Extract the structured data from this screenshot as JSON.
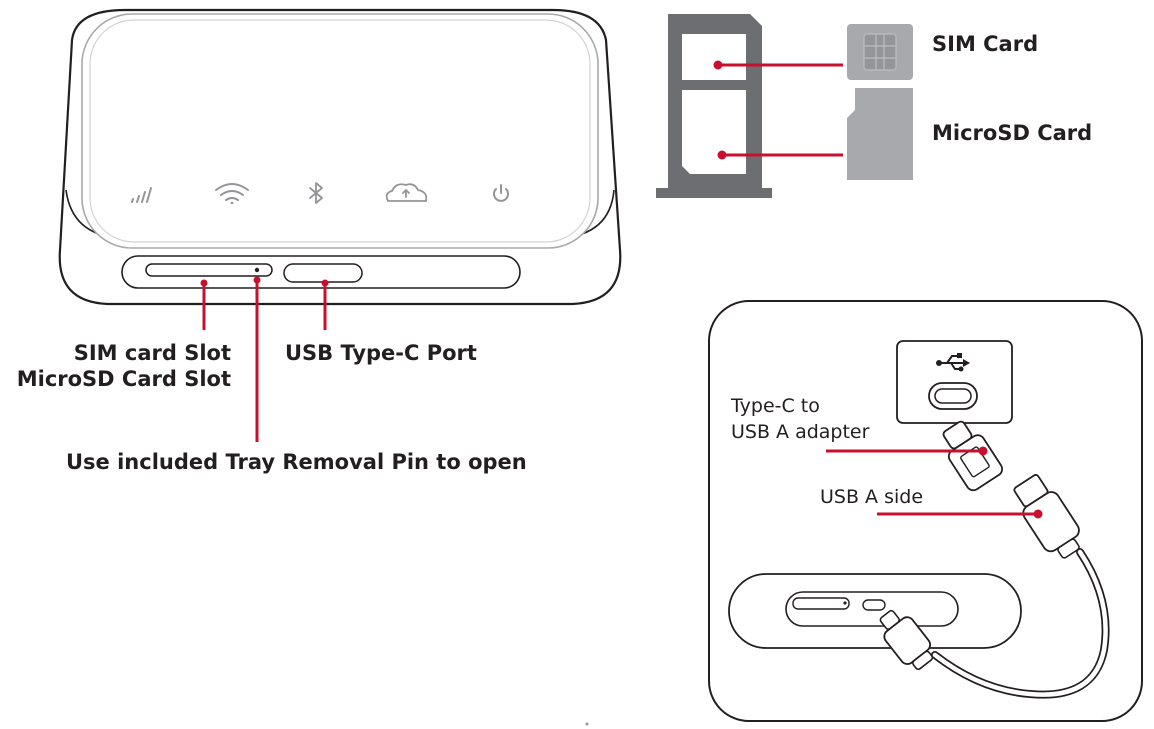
{
  "device": {
    "label_sim_slot": "SIM card Slot",
    "label_microsd_slot": "MicroSD Card Slot",
    "label_usb_port": "USB Type-C Port",
    "label_pin_instruction": "Use included Tray Removal Pin to open",
    "indicator_icons": [
      "signal-icon",
      "wifi-icon",
      "bluetooth-icon",
      "cloud-upload-icon",
      "power-icon"
    ]
  },
  "tray": {
    "label_sim": "SIM Card",
    "label_microsd": "MicroSD Card"
  },
  "adapter_panel": {
    "label_adapter_line1": "Type-C to",
    "label_adapter_line2": "USB A adapter",
    "label_usb_a_side": "USB A side",
    "port_icon": "usb-symbol-icon"
  },
  "colors": {
    "accent": "#c8102e",
    "outline": "#231f20",
    "tray_gray": "#6d6e71",
    "card_gray": "#a7a9ac"
  }
}
